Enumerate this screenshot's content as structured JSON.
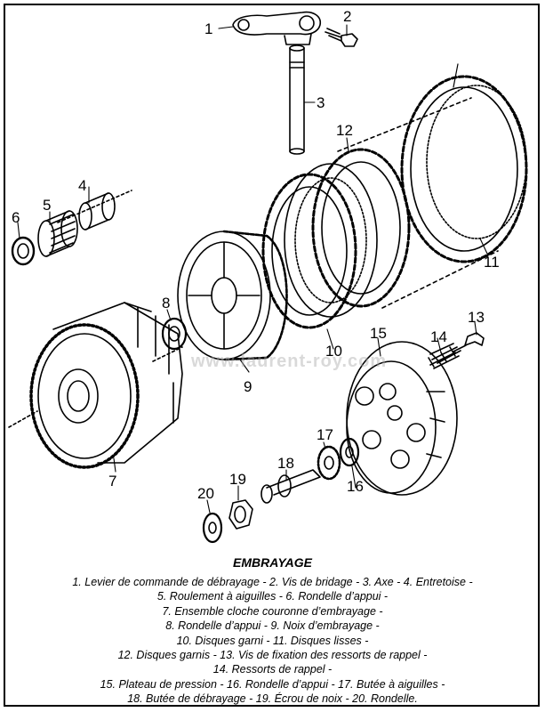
{
  "watermark": "www.laurent-roy.com",
  "title": "EMBRAYAGE",
  "labels": [
    "1",
    "2",
    "3",
    "4",
    "5",
    "6",
    "7",
    "8",
    "9",
    "10",
    "11",
    "12",
    "13",
    "14",
    "15",
    "16",
    "17",
    "18",
    "19",
    "20"
  ],
  "caption_lines": [
    "1. Levier de commande de débrayage - 2. Vis de bridage - 3. Axe - 4. Entretoise -",
    "5. Roulement à aiguilles - 6. Rondelle d’appui -",
    "7. Ensemble cloche couronne d’embrayage -",
    "8. Rondelle d’appui - 9. Noix d’embrayage -",
    "10. Disques garni - 11. Disques lisses -",
    "12. Disques garnis - 13. Vis de fixation des ressorts de rappel -",
    "14. Ressorts de rappel -",
    "15. Plateau de pression - 16. Rondelle d’appui - 17. Butée à aiguilles -",
    "18. Butée de débrayage - 19. Écrou de noix - 20. Rondelle."
  ]
}
